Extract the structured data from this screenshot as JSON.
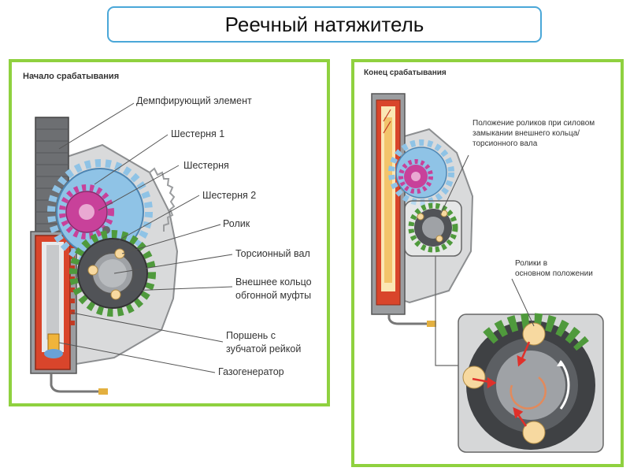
{
  "title": "Реечный натяжитель",
  "left_panel": {
    "heading": "Начало срабатывания",
    "labels": {
      "damper": "Демпфирующий элемент",
      "gear1": "Шестерня 1",
      "gear": "Шестерня",
      "gear2": "Шестерня 2",
      "roller": "Ролик",
      "torsion_shaft": "Торсионный вал",
      "outer_ring_1": "Внешнее кольцо",
      "outer_ring_2": "обгонной муфты",
      "piston_1": "Поршень с",
      "piston_2": "зубчатой рейкой",
      "gas_generator": "Газогенератор"
    }
  },
  "right_panel": {
    "heading": "Конец срабатывания",
    "labels": {
      "rollers_force_1": "Положение роликов при силовом",
      "rollers_force_2": "замыкании внешнего кольца/",
      "rollers_force_3": "торсионного вала",
      "rollers_base_1": "Ролики в",
      "rollers_base_2": "основном положении"
    }
  },
  "colors": {
    "panel_border": "#8fd13f",
    "title_border": "#4aa7d8",
    "gear_blue": "#8fc3e6",
    "gear_magenta": "#c8419a",
    "gear_green": "#4f9a3c",
    "rack_red": "#d9452b",
    "roller_yellow": "#f7d9a0"
  }
}
